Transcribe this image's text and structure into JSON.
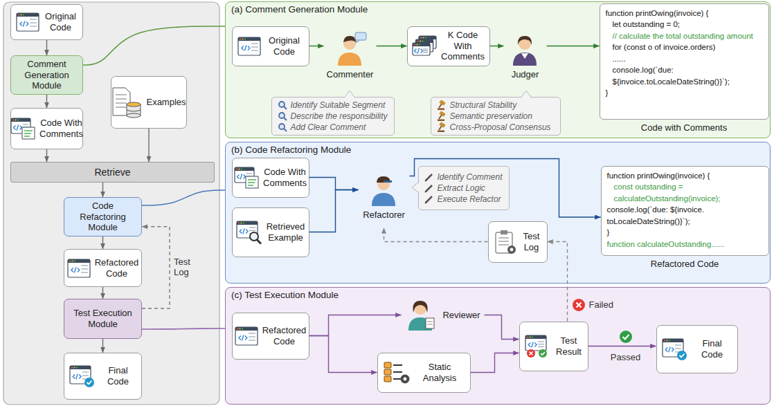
{
  "diagram": {
    "nodes": [
      {
        "text": [
          "Original Code"
        ]
      },
      {
        "text": [
          "Comment Generation Module"
        ]
      },
      {
        "text": [
          "Examples"
        ]
      },
      {
        "text": [
          "Code With Comments"
        ]
      },
      {
        "text": [
          "Retrieve"
        ]
      },
      {
        "text": [
          "Code Refactoring Module"
        ]
      },
      {
        "text": [
          "Refactored Code"
        ]
      },
      {
        "text": [
          "Test Execution Module"
        ]
      },
      {
        "text": [
          "Final Code"
        ]
      },
      {
        "text": [
          "(a) Comment Generation Module"
        ]
      },
      {
        "text": [
          "Original Code"
        ],
        "in": 9
      },
      {
        "text": [
          "Commenter"
        ],
        "in": 9
      },
      {
        "text": [
          "Identify Suitable Segment",
          "Describe the responsibility",
          "Add Clear Comment"
        ],
        "in": 9
      },
      {
        "text": [
          "K Code With Comments"
        ],
        "in": 9
      },
      {
        "text": [
          "Judger"
        ],
        "in": 9
      },
      {
        "text": [
          "Structural Stability",
          "Semantic preservation",
          "Cross-Proposal Consensus"
        ],
        "in": 9
      },
      {
        "text": [
          "function printOwing(invoice) {",
          "let outstanding = 0;",
          "// calculate the total outstanding amount",
          "for (const o of invoice.orders)",
          "......",
          "console.log(`due: ${invoice.toLocaleDateString()}`);",
          "}",
          "Code with Comments"
        ],
        "in": 9
      },
      {
        "text": [
          "(b) Code Refactoring Module"
        ]
      },
      {
        "text": [
          "Code With Comments"
        ],
        "in": 17
      },
      {
        "text": [
          "Retrieved Example"
        ],
        "in": 17
      },
      {
        "text": [
          "Refactorer"
        ],
        "in": 17
      },
      {
        "text": [
          "Identify Comment",
          "Extract Logic",
          "Execute Refactor"
        ],
        "in": 17
      },
      {
        "text": [
          "Test Log"
        ],
        "in": 17
      },
      {
        "text": [
          "function printOwing(invoice) {",
          "const outstanding = calculateOutstanding(invoice);",
          "console.log(`due: ${invoice. toLocaleDateString()}`);",
          "}",
          "function calculateOutstanding......",
          "Refactored Code"
        ],
        "in": 17
      },
      {
        "text": [
          "(c) Test Execution Module"
        ]
      },
      {
        "text": [
          "Refactored Code"
        ],
        "in": 24
      },
      {
        "text": [
          "Reviewer"
        ],
        "in": 24
      },
      {
        "text": [
          "Static Analysis"
        ],
        "in": 24
      },
      {
        "text": [
          "Test Result"
        ],
        "in": 24
      },
      {
        "text": [
          "Final Code"
        ],
        "in": 24
      }
    ],
    "edges": [
      {
        "from": 0,
        "to": 1,
        "arrow": "to"
      },
      {
        "from": 1,
        "to": 3,
        "arrow": "to"
      },
      {
        "from": 3,
        "to": 4,
        "arrow": "to"
      },
      {
        "from": 2,
        "to": 4,
        "arrow": "to"
      },
      {
        "from": 4,
        "to": 5,
        "arrow": "to"
      },
      {
        "from": 5,
        "to": 6,
        "arrow": "to"
      },
      {
        "from": 6,
        "to": 7,
        "arrow": "to"
      },
      {
        "from": 7,
        "to": 5,
        "label": "Test Log",
        "arrow": "to"
      },
      {
        "from": 7,
        "to": 8,
        "arrow": "to"
      },
      {
        "from": 1,
        "to": 9,
        "arrow": "none"
      },
      {
        "from": 5,
        "to": 17,
        "arrow": "none"
      },
      {
        "from": 7,
        "to": 24,
        "arrow": "none"
      },
      {
        "from": 10,
        "to": 11,
        "arrow": "to"
      },
      {
        "from": 11,
        "to": 13,
        "arrow": "to"
      },
      {
        "from": 13,
        "to": 14,
        "arrow": "to"
      },
      {
        "from": 14,
        "to": 16,
        "arrow": "to"
      },
      {
        "from": 18,
        "to": 20,
        "arrow": "to"
      },
      {
        "from": 19,
        "to": 20,
        "arrow": "to"
      },
      {
        "from": 20,
        "to": 23,
        "arrow": "to"
      },
      {
        "from": 22,
        "to": 20,
        "arrow": "to"
      },
      {
        "from": 25,
        "to": 26,
        "arrow": "to"
      },
      {
        "from": 25,
        "to": 27,
        "arrow": "to"
      },
      {
        "from": 26,
        "to": 28,
        "arrow": "to"
      },
      {
        "from": 27,
        "to": 28,
        "arrow": "to"
      },
      {
        "from": 28,
        "to": 29,
        "label": "Passed",
        "arrow": "to"
      },
      {
        "from": 28,
        "to": 22,
        "label": "Failed",
        "arrow": "to"
      }
    ]
  }
}
